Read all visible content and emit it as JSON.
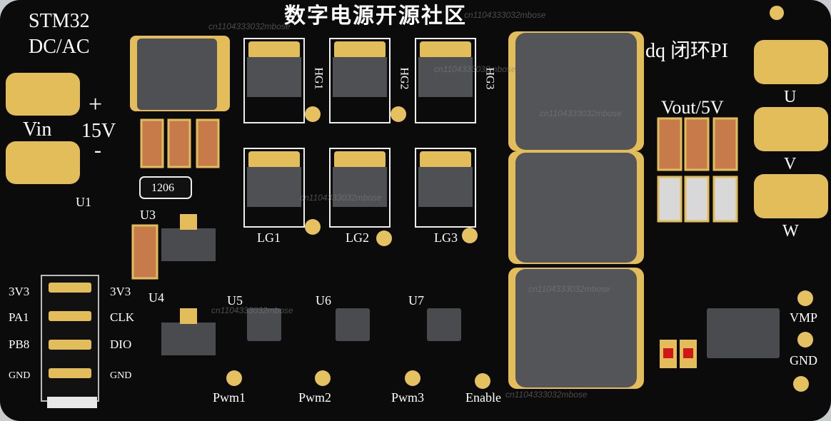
{
  "title": "数字电源开源社区",
  "labels": {
    "stm32": "STM32",
    "dcac": "DC/AC",
    "vin": "Vin",
    "plus": "+",
    "minus": "-",
    "v15": "15V",
    "dq": "dq 闭环PI",
    "vout": "Vout/5V",
    "u": "U",
    "v": "V",
    "w": "W",
    "vmp": "VMP",
    "gnd_right": "GND",
    "u1": "U1",
    "u3": "U3",
    "u4": "U4",
    "u5": "U5",
    "u6": "U6",
    "u7": "U7",
    "size1206": "1206",
    "hg1": "HG1",
    "hg2": "HG2",
    "hg3": "HG3",
    "lg1": "LG1",
    "lg2": "LG2",
    "lg3": "LG3",
    "pwm1": "Pwm1",
    "pwm2": "Pwm2",
    "pwm3": "Pwm3",
    "enable": "Enable"
  },
  "header_left": [
    "3V3",
    "PA1",
    "PB8",
    "GND"
  ],
  "header_right": [
    "3V3",
    "CLK",
    "DIO",
    "GND"
  ],
  "watermark": "cn1104333032mbose",
  "colors": {
    "board": "#0b0b0b",
    "gold": "#e2bd5a",
    "silkscreen": "#ffffff",
    "copper": "#c77a4a"
  }
}
